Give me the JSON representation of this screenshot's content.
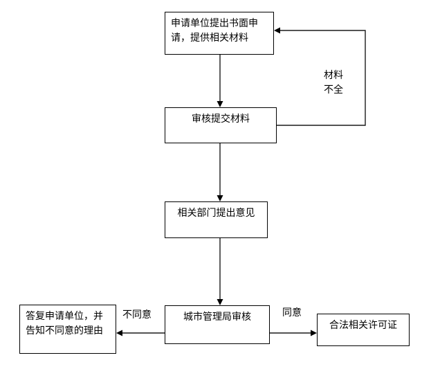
{
  "diagram": {
    "type": "flowchart",
    "background_color": "#ffffff",
    "line_color": "#000000",
    "text_color": "#000000",
    "nodes": {
      "apply": {
        "label": "申请单位提出书面申\n请，提供相关材料"
      },
      "review": {
        "label": "审核提交材料"
      },
      "opinion": {
        "label": "相关部门提出意见"
      },
      "bureau": {
        "label": "城市管理局审核"
      },
      "reject_reply": {
        "label": "答复申请单位，并\n告知不同意的理由"
      },
      "permit": {
        "label": "合法相关许可证"
      }
    },
    "edge_labels": {
      "materials_incomplete": "材料\n不全",
      "disagree": "不同意",
      "agree": "同意"
    },
    "edges": [
      {
        "from": "apply",
        "to": "review",
        "label": ""
      },
      {
        "from": "review",
        "to": "opinion",
        "label": ""
      },
      {
        "from": "opinion",
        "to": "bureau",
        "label": ""
      },
      {
        "from": "review",
        "to": "apply",
        "label": "材料不全"
      },
      {
        "from": "bureau",
        "to": "reject_reply",
        "label": "不同意"
      },
      {
        "from": "bureau",
        "to": "permit",
        "label": "同意"
      }
    ]
  }
}
